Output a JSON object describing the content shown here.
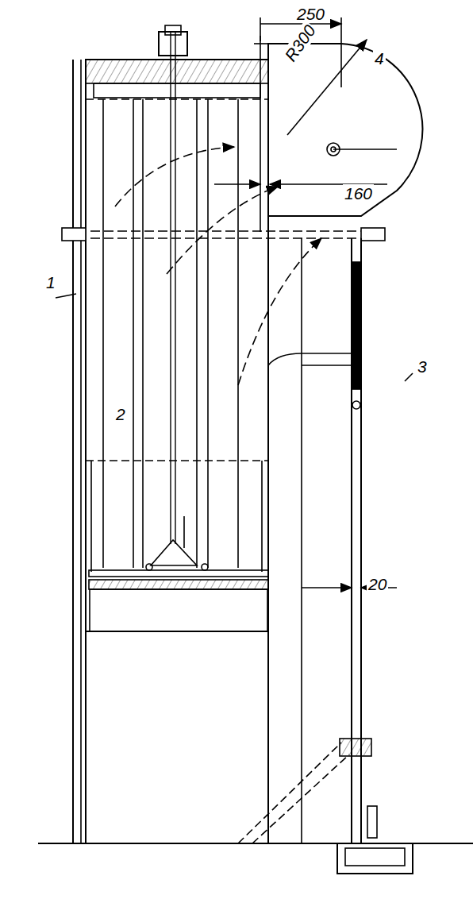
{
  "diagram": {
    "labels": [
      "250",
      "R300",
      "4",
      "160",
      "1",
      "2",
      "3",
      "20"
    ]
  }
}
